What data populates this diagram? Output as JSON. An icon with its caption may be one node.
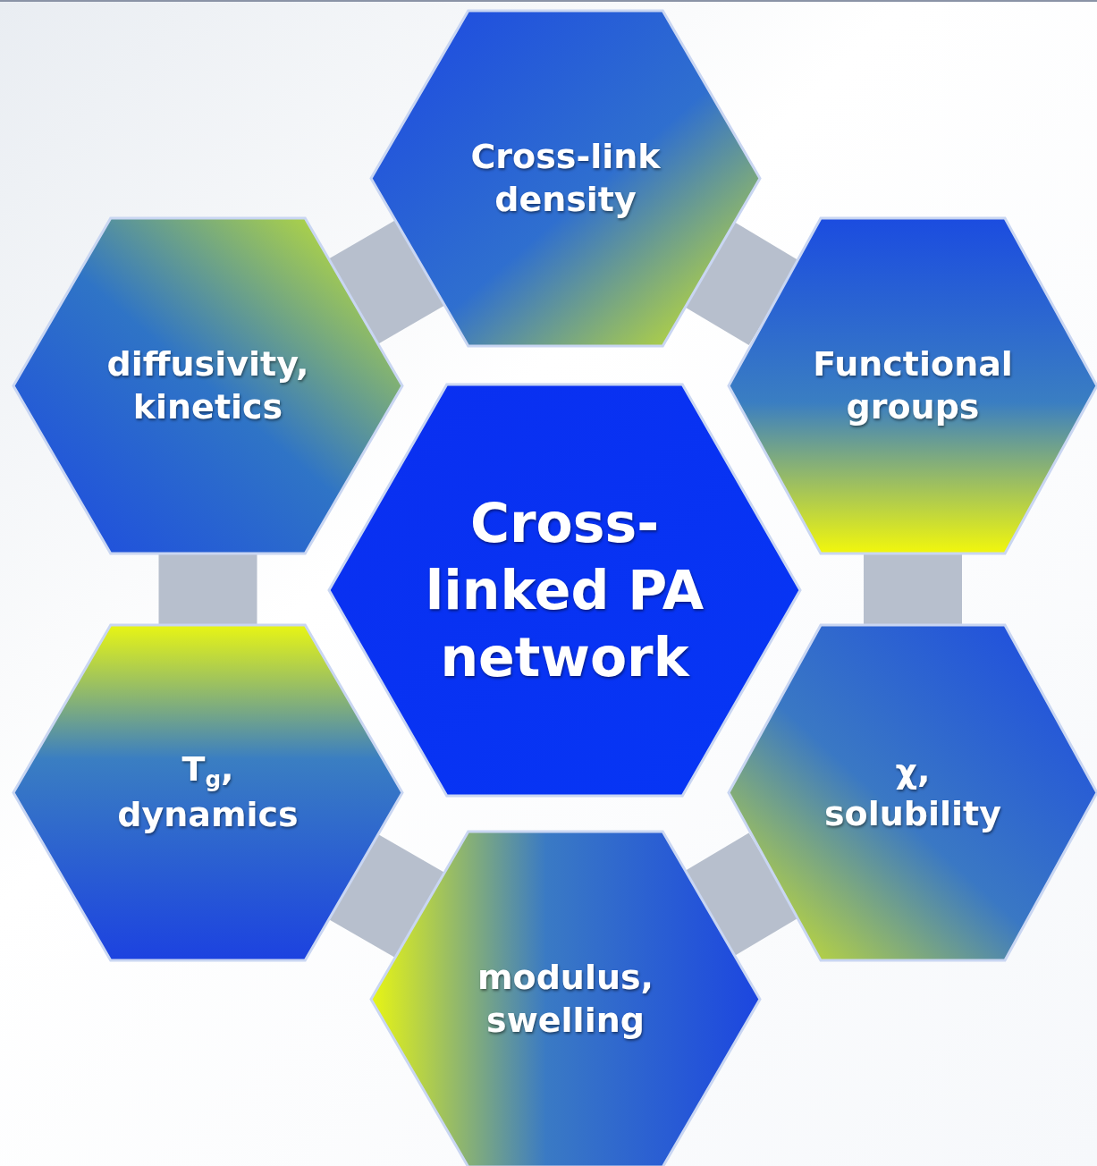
{
  "diagram": {
    "nodes": [
      {
        "text": [
          "Cross-link density"
        ]
      },
      {
        "text": [
          "diffusivity, kinetics"
        ]
      },
      {
        "text": [
          "Functional groups"
        ]
      },
      {
        "text": [
          "Cross-linked PA network"
        ]
      },
      {
        "text": [
          "T$_{g}$, dynamics"
        ]
      },
      {
        "text": [
          "χ, solubility"
        ]
      },
      {
        "text": [
          "modulus, swelling"
        ]
      }
    ],
    "edges": [
      {
        "from": 1,
        "to": 0,
        "arrow": "none"
      },
      {
        "from": 0,
        "to": 2,
        "arrow": "none"
      },
      {
        "from": 2,
        "to": 5,
        "arrow": "none"
      },
      {
        "from": 5,
        "to": 6,
        "arrow": "none"
      },
      {
        "from": 6,
        "to": 4,
        "arrow": "none"
      },
      {
        "from": 4,
        "to": 1,
        "arrow": "none"
      }
    ]
  }
}
